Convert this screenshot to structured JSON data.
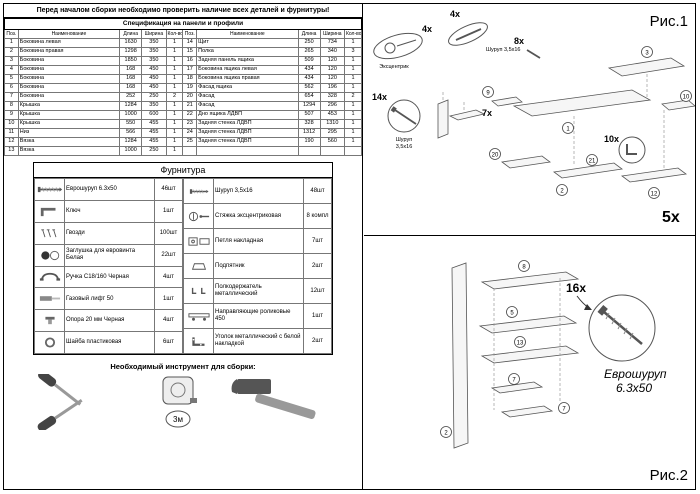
{
  "header": {
    "title": "Перед началом сборки необходимо проверить наличие всех деталей и фурнитуры!"
  },
  "spec_table": {
    "title": "Спецификация на панели и профили",
    "columns": [
      "Поз.",
      "Наименование",
      "Длина",
      "Ширина",
      "Кол-во"
    ],
    "left_rows": [
      {
        "pos": "1",
        "name": "Боковина левая",
        "len": "1630",
        "wid": "350",
        "qty": "1"
      },
      {
        "pos": "2",
        "name": "Боковина правая",
        "len": "1298",
        "wid": "350",
        "qty": "1"
      },
      {
        "pos": "3",
        "name": "Боковина",
        "len": "1850",
        "wid": "350",
        "qty": "1"
      },
      {
        "pos": "4",
        "name": "Боковина",
        "len": "168",
        "wid": "450",
        "qty": "1"
      },
      {
        "pos": "5",
        "name": "Боковина",
        "len": "168",
        "wid": "450",
        "qty": "1"
      },
      {
        "pos": "6",
        "name": "Боковина",
        "len": "168",
        "wid": "450",
        "qty": "1"
      },
      {
        "pos": "7",
        "name": "Боковина",
        "len": "252",
        "wid": "250",
        "qty": "2"
      },
      {
        "pos": "8",
        "name": "Крышка",
        "len": "1284",
        "wid": "350",
        "qty": "1"
      },
      {
        "pos": "9",
        "name": "Крышка",
        "len": "1000",
        "wid": "600",
        "qty": "1"
      },
      {
        "pos": "10",
        "name": "Крышка",
        "len": "550",
        "wid": "455",
        "qty": "1"
      },
      {
        "pos": "11",
        "name": "Низ",
        "len": "566",
        "wid": "455",
        "qty": "1"
      },
      {
        "pos": "12",
        "name": "Вязка",
        "len": "1284",
        "wid": "455",
        "qty": "1"
      },
      {
        "pos": "13",
        "name": "Вязка",
        "len": "1000",
        "wid": "250",
        "qty": "1"
      }
    ],
    "right_rows": [
      {
        "pos": "14",
        "name": "Щит",
        "len": "250",
        "wid": "734",
        "qty": "1"
      },
      {
        "pos": "15",
        "name": "Полка",
        "len": "265",
        "wid": "340",
        "qty": "3"
      },
      {
        "pos": "16",
        "name": "Задняя панель ящика",
        "len": "509",
        "wid": "120",
        "qty": "1"
      },
      {
        "pos": "17",
        "name": "Боковина ящика левая",
        "len": "434",
        "wid": "120",
        "qty": "1"
      },
      {
        "pos": "18",
        "name": "Боковина ящика правая",
        "len": "434",
        "wid": "120",
        "qty": "1"
      },
      {
        "pos": "19",
        "name": "Фасад ящика",
        "len": "562",
        "wid": "196",
        "qty": "1"
      },
      {
        "pos": "20",
        "name": "Фасад",
        "len": "654",
        "wid": "328",
        "qty": "2"
      },
      {
        "pos": "21",
        "name": "Фасад",
        "len": "1294",
        "wid": "296",
        "qty": "1"
      },
      {
        "pos": "22",
        "name": "Дно ящика ЛДВП",
        "len": "507",
        "wid": "453",
        "qty": "1"
      },
      {
        "pos": "23",
        "name": "Задняя стенка ЛДВП",
        "len": "328",
        "wid": "1310",
        "qty": "1"
      },
      {
        "pos": "24",
        "name": "Задняя стенка ЛДВП",
        "len": "1312",
        "wid": "295",
        "qty": "1"
      },
      {
        "pos": "25",
        "name": "Задняя стенка ЛДВП",
        "len": "190",
        "wid": "560",
        "qty": "1"
      }
    ]
  },
  "hardware": {
    "title": "Фурнитура",
    "items_left": [
      {
        "icon": "euro-screw",
        "name": "Еврошуруп 6.3x50",
        "qty": "46шт"
      },
      {
        "icon": "hex-key",
        "name": "Ключ",
        "qty": "1шт"
      },
      {
        "icon": "nails",
        "name": "Гвозди",
        "qty": "100шт"
      },
      {
        "icon": "cap",
        "name": "Заглушка для евровинта Белая",
        "qty": "22шт"
      },
      {
        "icon": "handle",
        "name": "Ручка C18/160 Черная",
        "qty": "4шт"
      },
      {
        "icon": "gas-lift",
        "name": "Газовый лифт 50",
        "qty": "1шт"
      },
      {
        "icon": "support-leg",
        "name": "Опора 20 мм Черная",
        "qty": "4шт"
      },
      {
        "icon": "washer",
        "name": "Шайба пластиковая",
        "qty": "6шт"
      }
    ],
    "items_right": [
      {
        "icon": "screw",
        "name": "Шуруп 3,5x16",
        "qty": "48шт"
      },
      {
        "icon": "cam-lock",
        "name": "Стяжка эксцентриковая",
        "qty": "8 компл"
      },
      {
        "icon": "hinge",
        "name": "Петля накладная",
        "qty": "7шт"
      },
      {
        "icon": "foot-pad",
        "name": "Подпятник",
        "qty": "2шт"
      },
      {
        "icon": "shelf-pin",
        "name": "Полкодержатель металлический",
        "qty": "12шт"
      },
      {
        "icon": "roller-rail",
        "name": "Направляющие роликовые 450",
        "qty": "1шт"
      },
      {
        "icon": "angle-bracket",
        "name": "Уголок металлический с белой накладкой",
        "qty": "2шт"
      }
    ]
  },
  "tools": {
    "title": "Необходимый инструмент для сборки:",
    "tape_label": "3м"
  },
  "fig1": {
    "label": "Рис.1",
    "counts": {
      "eccentric": "4x",
      "screw_top": "4x",
      "screw8": "8x",
      "screw14": "14x",
      "corner": "7x",
      "bracket": "10x",
      "total": "5x"
    },
    "labels": {
      "eccentric": "Эксцентрик",
      "screw_top": "Шуруп 3,5x16",
      "screw14_l1": "Шуруп",
      "screw14_l2": "3,5x16"
    },
    "parts": [
      "3",
      "9",
      "1",
      "10",
      "20",
      "21",
      "2",
      "12"
    ]
  },
  "fig2": {
    "label": "Рис.2",
    "count": "16x",
    "screw_l1": "Еврошуруп",
    "screw_l2": "6.3x50",
    "parts": [
      "8",
      "5",
      "13",
      "7",
      "7",
      "2"
    ]
  }
}
